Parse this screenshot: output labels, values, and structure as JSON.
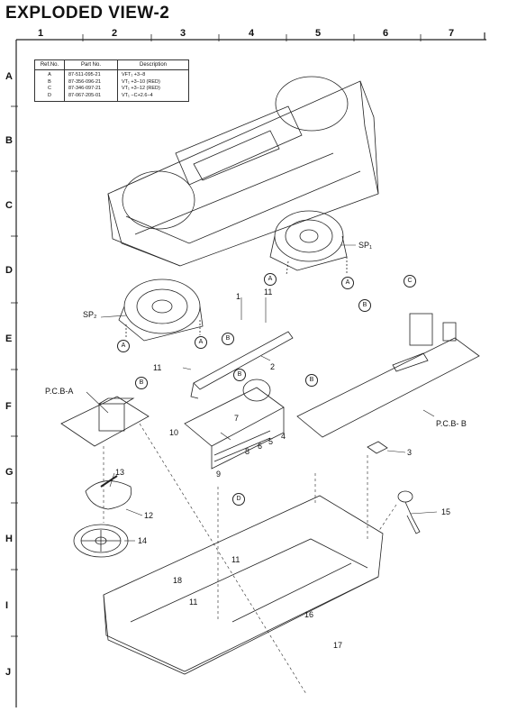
{
  "title": "EXPLODED VIEW-2",
  "grid": {
    "columns": [
      "1",
      "2",
      "3",
      "4",
      "5",
      "6",
      "7"
    ],
    "rows": [
      "A",
      "B",
      "C",
      "D",
      "E",
      "F",
      "G",
      "H",
      "I",
      "J"
    ]
  },
  "ref_table": {
    "headers": [
      "Ref.No.",
      "Part No.",
      "Description"
    ],
    "rows": [
      {
        "ref": "A",
        "part": "87-511-095-21",
        "desc": "VFT₁ +3−8"
      },
      {
        "ref": "B",
        "part": "87-356-096-21",
        "desc": "VT₁ +3−10 (RED)"
      },
      {
        "ref": "C",
        "part": "87-346-097-21",
        "desc": "VT₁ +3−12 (RED)"
      },
      {
        "ref": "D",
        "part": "87-067-205-01",
        "desc": "VT₁ −C+2.6−4"
      }
    ]
  },
  "callouts": {
    "sp1": "SP₁",
    "sp2": "SP₂",
    "pcb_a": "P.C.B-A",
    "pcb_b": "P.C.B- B",
    "n1": "1",
    "n2": "2",
    "n3": "3",
    "n4": "4",
    "n5": "5",
    "n6": "6",
    "n7": "7",
    "n8": "8",
    "n9": "9",
    "n10": "10",
    "n11a": "11",
    "n11b": "11",
    "n11c": "11",
    "n11d": "11",
    "n12": "12",
    "n13": "13",
    "n14": "14",
    "n15": "15",
    "n16": "16",
    "n17": "17",
    "n18": "18",
    "circ_a1": "A",
    "circ_a2": "A",
    "circ_a3": "A",
    "circ_a4": "A",
    "circ_b1": "B",
    "circ_b2": "B",
    "circ_b3": "B",
    "circ_b4": "B",
    "circ_b5": "B",
    "circ_c": "C",
    "circ_d": "D"
  }
}
